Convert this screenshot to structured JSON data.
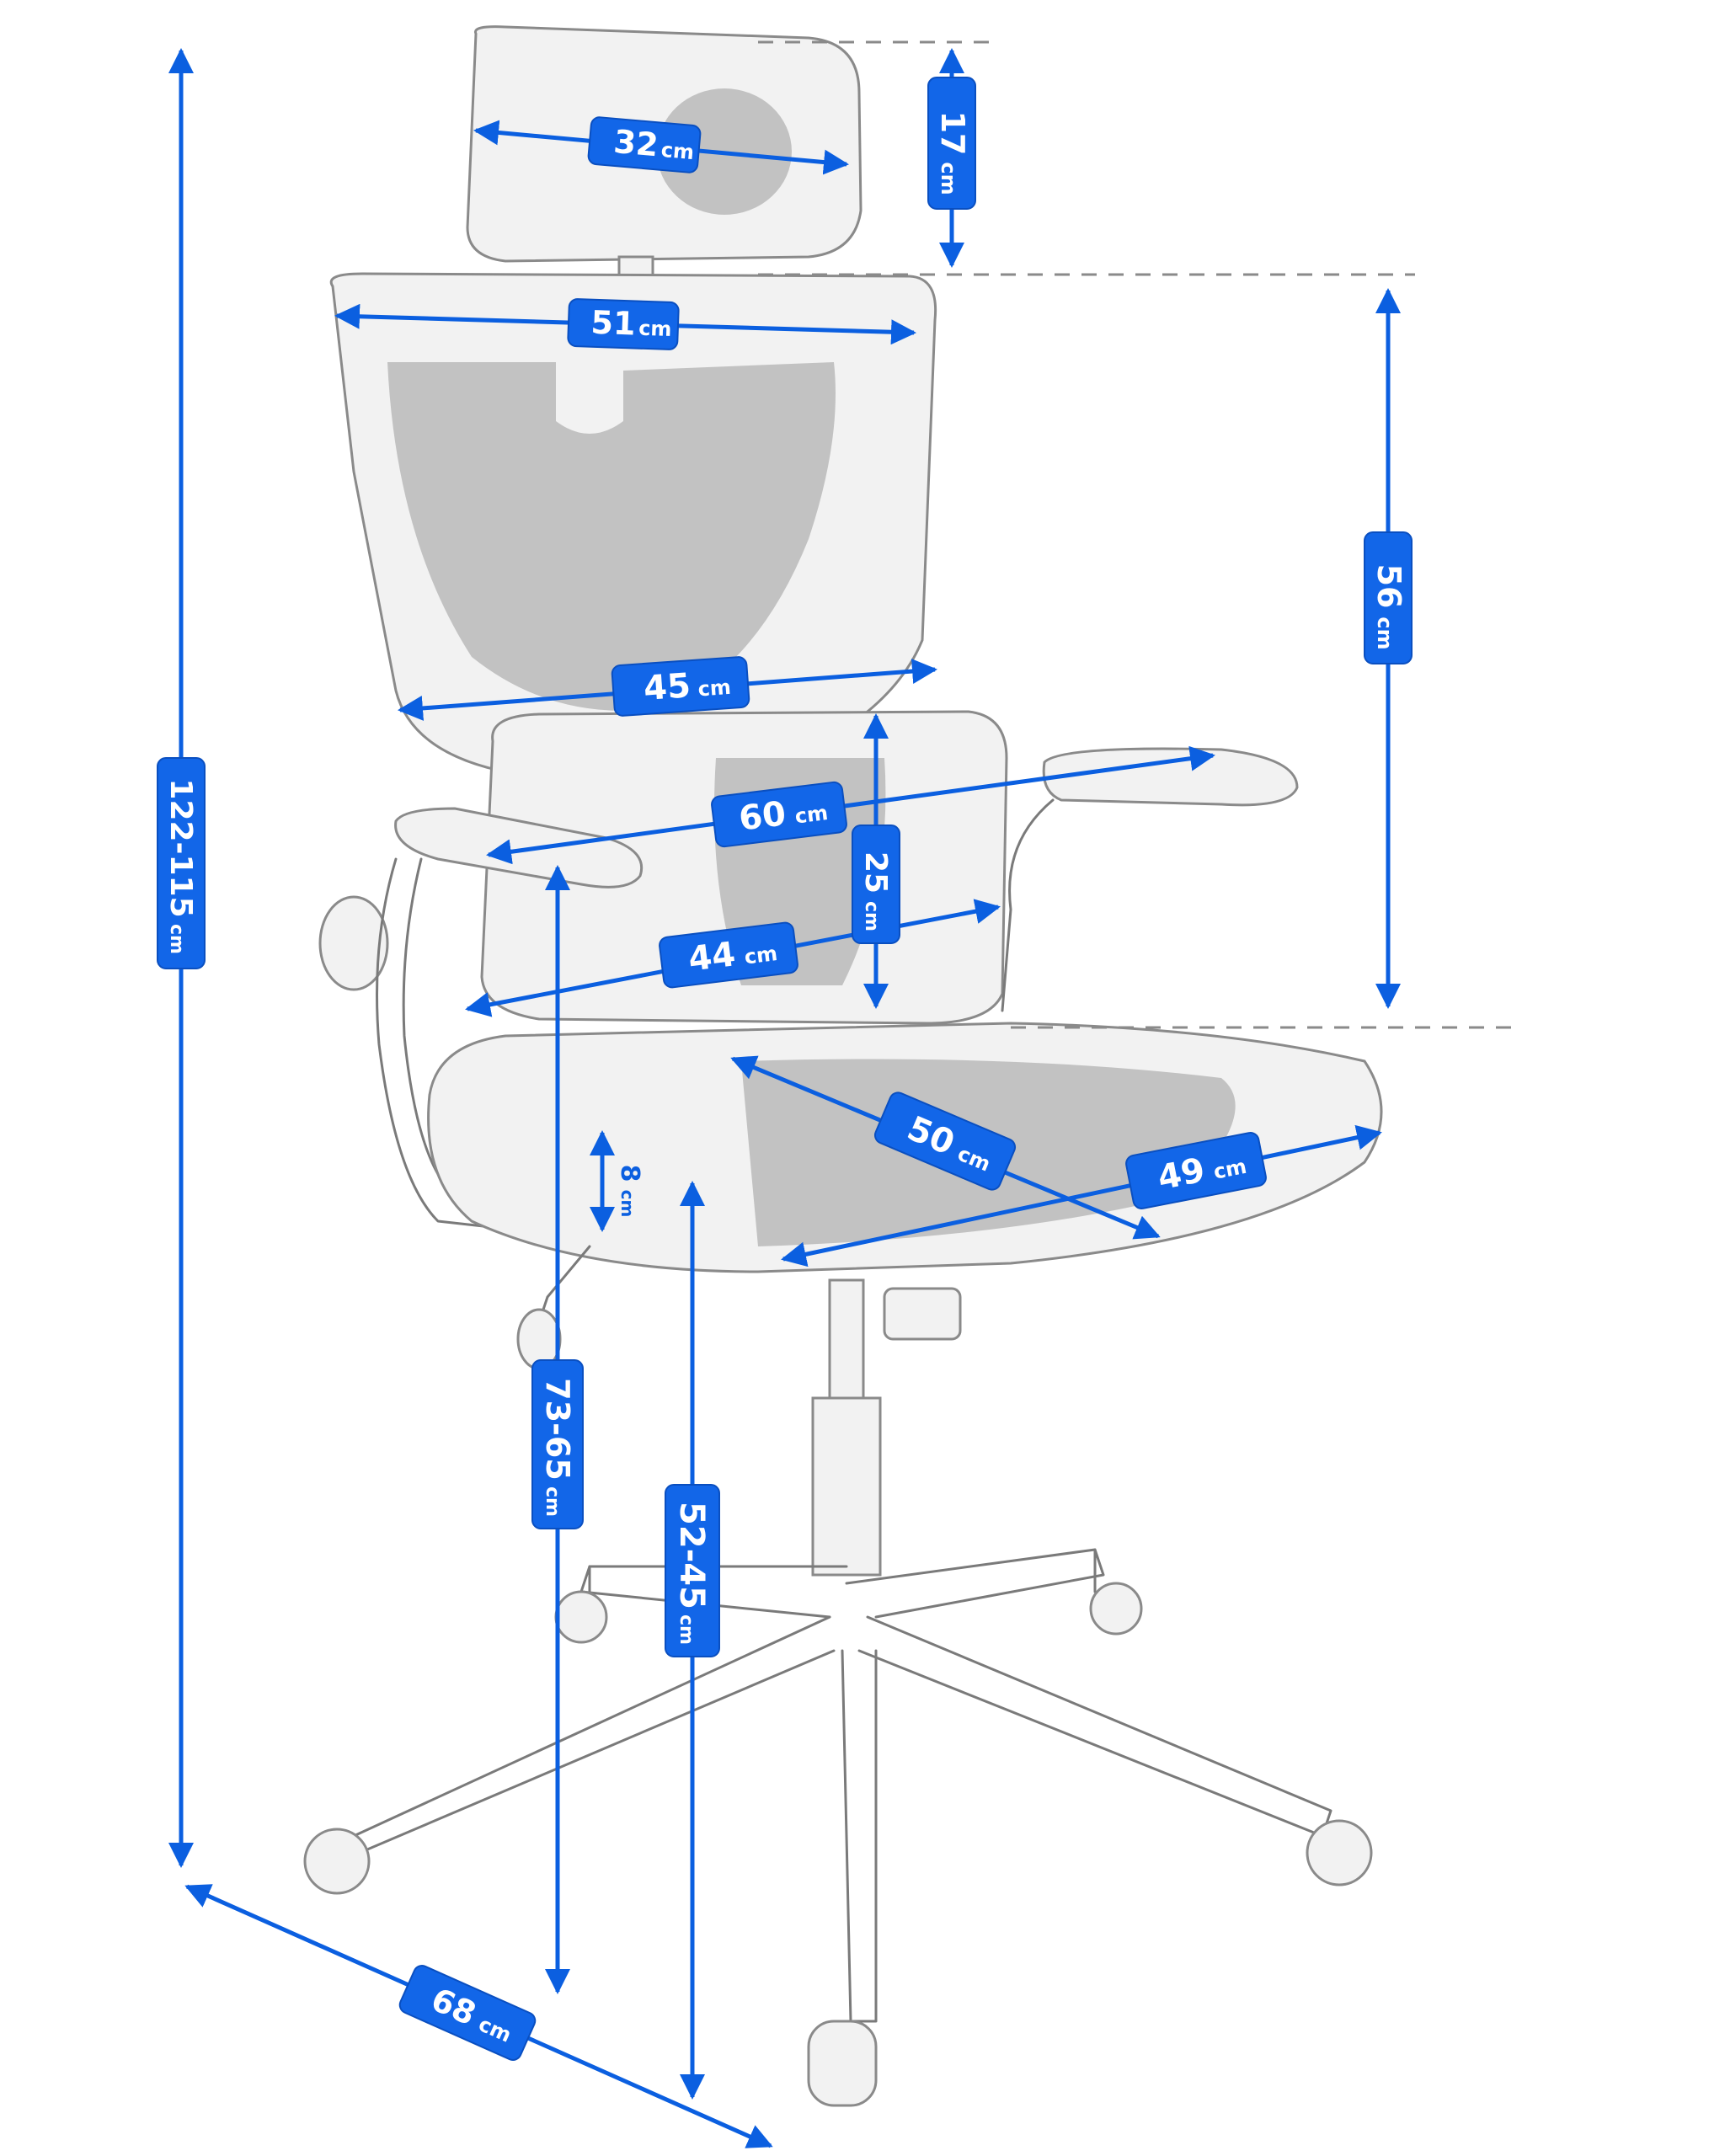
{
  "diagram": {
    "subject": "Ergonomic office chair with headrest — dimension diagram",
    "unit": "cm",
    "accent_color": "#1266e8",
    "line_color": "#0b5fe0",
    "text_color": "#ffffff"
  },
  "dimensions": {
    "headrest_width": {
      "value": "32",
      "unit": "cm"
    },
    "headrest_height": {
      "value": "17",
      "unit": "cm"
    },
    "backrest_top_width": {
      "value": "51",
      "unit": "cm"
    },
    "backrest_height": {
      "value": "56",
      "unit": "cm"
    },
    "backrest_lower_width": {
      "value": "45",
      "unit": "cm"
    },
    "armrest_span": {
      "value": "60",
      "unit": "cm"
    },
    "lumbar_height": {
      "value": "25",
      "unit": "cm"
    },
    "lumbar_width": {
      "value": "44",
      "unit": "cm"
    },
    "total_height": {
      "value": "122-115",
      "unit": "cm"
    },
    "seat_depth": {
      "value": "50",
      "unit": "cm"
    },
    "seat_width": {
      "value": "49",
      "unit": "cm"
    },
    "seat_thickness": {
      "value": "8",
      "unit": "cm"
    },
    "armrest_height": {
      "value": "73-65",
      "unit": "cm"
    },
    "seat_height": {
      "value": "52-45",
      "unit": "cm"
    },
    "base_diameter": {
      "value": "68",
      "unit": "cm"
    }
  }
}
